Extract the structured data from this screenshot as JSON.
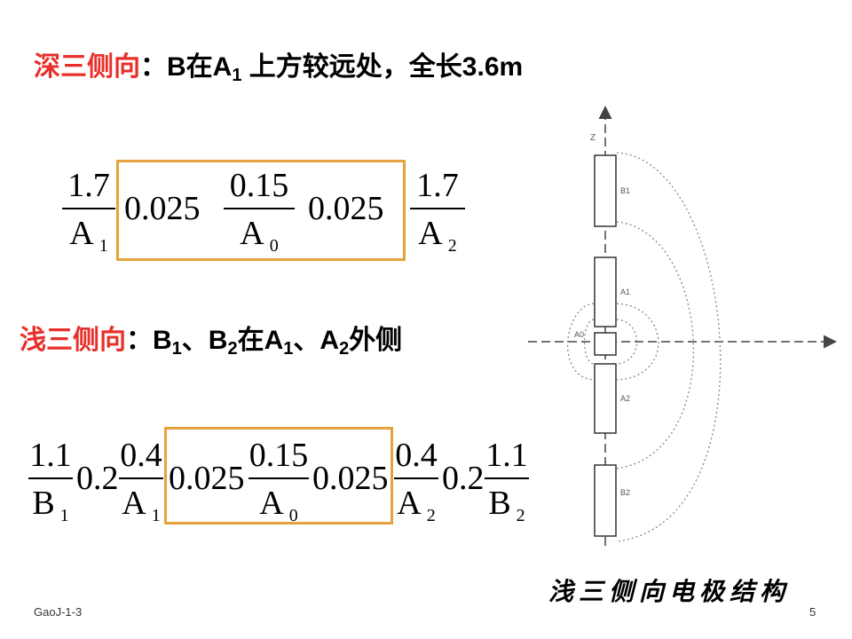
{
  "deep": {
    "title_red": "深三侧向",
    "colon": "：",
    "b": "B在A",
    "sub1": "1",
    "rest": " 上方较远处，全长3.6m",
    "fractions": [
      {
        "num": "1.7",
        "den": "A",
        "sub": "1"
      },
      {
        "num": "0.15",
        "den": "A",
        "sub": "0"
      },
      {
        "num": "1.7",
        "den": "A",
        "sub": "2"
      }
    ],
    "gaps": [
      "0.025",
      "0.025"
    ]
  },
  "shallow": {
    "title_red": "浅三侧向",
    "colon": "：",
    "t1": "B",
    "s1": "1",
    "t2": "、B",
    "s2": "2",
    "t3": "在A",
    "s3": "1",
    "t4": "、A",
    "s4": "2",
    "t5": "外侧",
    "fractions": [
      {
        "num": "1.1",
        "den": "B",
        "sub": "1"
      },
      {
        "num": "0.4",
        "den": "A",
        "sub": "1"
      },
      {
        "num": "0.15",
        "den": "A",
        "sub": "0"
      },
      {
        "num": "0.4",
        "den": "A",
        "sub": "2"
      },
      {
        "num": "1.1",
        "den": "B",
        "sub": "2"
      }
    ],
    "gaps": [
      "0.2",
      "0.025",
      "0.025",
      "0.2"
    ]
  },
  "diagram": {
    "axis_label": "Z",
    "labels": {
      "b1": "B1",
      "a1": "A1",
      "a0": "A0",
      "a2": "A2",
      "b2": "B2"
    },
    "caption": "浅三侧向电极结构"
  },
  "footer": {
    "left": "GaoJ-1-3",
    "right": "5"
  },
  "colors": {
    "accent": "#e8302a",
    "box": "#e6a23c"
  }
}
